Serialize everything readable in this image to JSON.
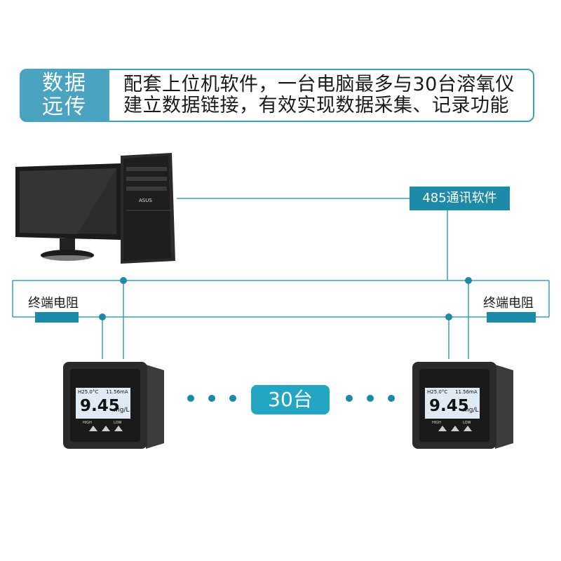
{
  "banner": {
    "tag_line1": "数据",
    "tag_line2": "远传",
    "desc_line1": "配套上位机软件，一台电脑最多与30台溶氧仪",
    "desc_line2": "建立数据链接，有效实现数据采集、记录功能"
  },
  "computer": {
    "brand": "ASUS"
  },
  "software_label": "485通讯软件",
  "resistor_left_label": "终端电阻",
  "resistor_right_label": "终端电阻",
  "count_label": "30台",
  "meter": {
    "temp": "H25.0°C",
    "current": "11.56mA",
    "value": "9.45",
    "unit": "mg/L",
    "btn_left": "HIGH",
    "btn_right": "LOW"
  },
  "colors": {
    "accent": "#4aa3c0",
    "line": "#3d9fb8",
    "chip": "#1d8aa8",
    "badge": "#23a6c4"
  }
}
